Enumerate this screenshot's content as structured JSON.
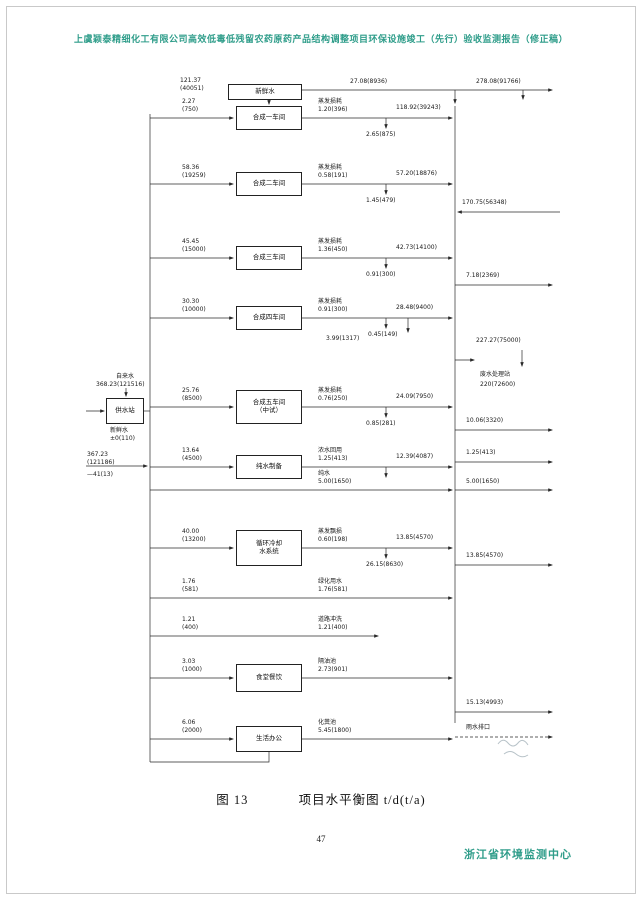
{
  "page": {
    "header": "上虞颖泰精细化工有限公司高效低毒低残留农药原药产品结构调整项目环保设施竣工（先行）验收监测报告（修正稿）",
    "caption": {
      "fig_no": "图 13",
      "title": "项目水平衡图 t/d(t/a)"
    },
    "page_number": "47",
    "footer": "浙江省环境监测中心",
    "accent_color": "#2f9d8a"
  },
  "diagram": {
    "top_feed": {
      "value": "121.37",
      "annual": "(40051)",
      "box": "新鲜水",
      "branch": "27.08(8936)",
      "total_out": "278.08(91766)"
    },
    "supply": {
      "above_name": "自来水",
      "above_value": "368.23(121516)",
      "box": "供水站",
      "below_name": "新鲜水",
      "below_value": "±0(110)",
      "inflow_value": "367.23",
      "inflow_annual": "(121186)",
      "inflow_extra": "—41(13)"
    },
    "rows": [
      {
        "in1": "2.27",
        "in2": "(750)",
        "box1": "合成一车间",
        "m1": "蒸发损耗",
        "m2": "1.20(396)",
        "loss": "2.65(875)",
        "out": "118.92(39243)"
      },
      {
        "in1": "58.36",
        "in2": "(19259)",
        "box1": "合成二车间",
        "m1": "蒸发损耗",
        "m2": "0.58(191)",
        "loss": "1.45(479)",
        "out": "57.20(18876)"
      },
      {
        "in1": "45.45",
        "in2": "(15000)",
        "box1": "合成三车间",
        "m1": "蒸发损耗",
        "m2": "1.36(450)",
        "loss": "0.91(300)",
        "out": "42.73(14100)"
      },
      {
        "in1": "30.30",
        "in2": "(10000)",
        "box1": "合成四车间",
        "m1": "蒸发损耗",
        "m2": "0.91(300)",
        "loss": "0.45(149)",
        "out": "28.48(9400)",
        "sub": "3.99(1317)"
      },
      {
        "in1": "25.76",
        "in2": "(8500)",
        "box1": "合成五车间",
        "box2": "（中试）",
        "m1": "蒸发损耗",
        "m2": "0.76(250)",
        "loss": "0.85(281)",
        "out": "24.09(7950)"
      },
      {
        "in1": "13.64",
        "in2": "(4500)",
        "box1": "纯水制备",
        "m1": "浓水回用",
        "m2": "1.25(413)",
        "out": "12.39(4087)"
      },
      {
        "m1": "纯水",
        "m2": "5.00(1650)"
      },
      {
        "in1": "40.00",
        "in2": "(13200)",
        "box1": "循环冷却",
        "box2": "水系统",
        "m1": "蒸发飘损",
        "m2": "0.60(198)",
        "loss": "26.15(8630)",
        "out": "13.85(4570)"
      },
      {
        "in1": "1.76",
        "in2": "(581)",
        "m1": "绿化用水",
        "m2": "1.76(581)"
      },
      {
        "in1": "1.21",
        "in2": "(400)",
        "m1": "道路冲洗",
        "m2": "1.21(400)"
      },
      {
        "in1": "3.03",
        "in2": "(1000)",
        "box1": "食堂餐饮",
        "m1": "隔油池",
        "m2": "2.73(901)"
      },
      {
        "in1": "6.06",
        "in2": "(2000)",
        "box1": "生活办公",
        "m1": "化粪池",
        "m2": "5.45(1800)"
      }
    ],
    "edges": {
      "e2": "170.75(56348)",
      "e3": "7.18(2369)",
      "e5": "10.06(3320)",
      "e6": "1.25(413)",
      "e7": "5.00(1650)",
      "e8": "13.85(4570)",
      "e9": "15.13(4993)",
      "rain": "雨水排口"
    },
    "treatment": {
      "collect": "227.27(75000)",
      "station": "废水处理站",
      "discharge": "220(72600)"
    }
  }
}
